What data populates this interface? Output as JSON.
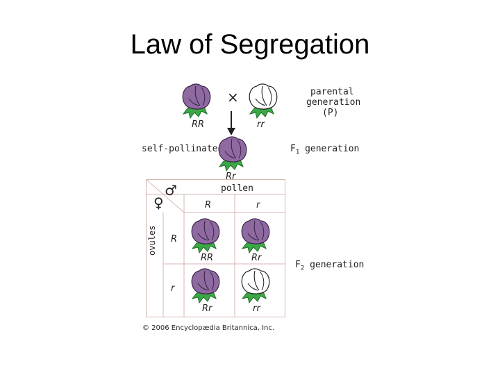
{
  "title": "Law of Segregation",
  "colors": {
    "purple": "#8e6aa1",
    "purple_dark": "#4a2f5a",
    "white": "#ffffff",
    "leaf": "#3aa845",
    "line": "#231f20"
  },
  "parental": {
    "label_line1": "parental",
    "label_line2": "generation",
    "label_line3": "(P)",
    "cross_symbol": "×",
    "left_genotype": "RR",
    "right_genotype": "rr"
  },
  "f1": {
    "self_label": "self-pollinated",
    "gen_label": "F",
    "gen_sub": "1",
    "gen_rest": " generation",
    "genotype": "Rr"
  },
  "punnett": {
    "male_symbol": "♂",
    "female_symbol": "♀",
    "pollen_label": "pollen",
    "ovules_label": "ovules",
    "pollen_alleles": [
      "R",
      "r"
    ],
    "ovule_alleles": [
      "R",
      "r"
    ],
    "cells": [
      [
        "RR",
        "Rr"
      ],
      [
        "Rr",
        "rr"
      ]
    ]
  },
  "f2": {
    "gen_label": "F",
    "gen_sub": "2",
    "gen_rest": " generation"
  },
  "copyright": "© 2006 Encyclopædia Britannica, Inc."
}
